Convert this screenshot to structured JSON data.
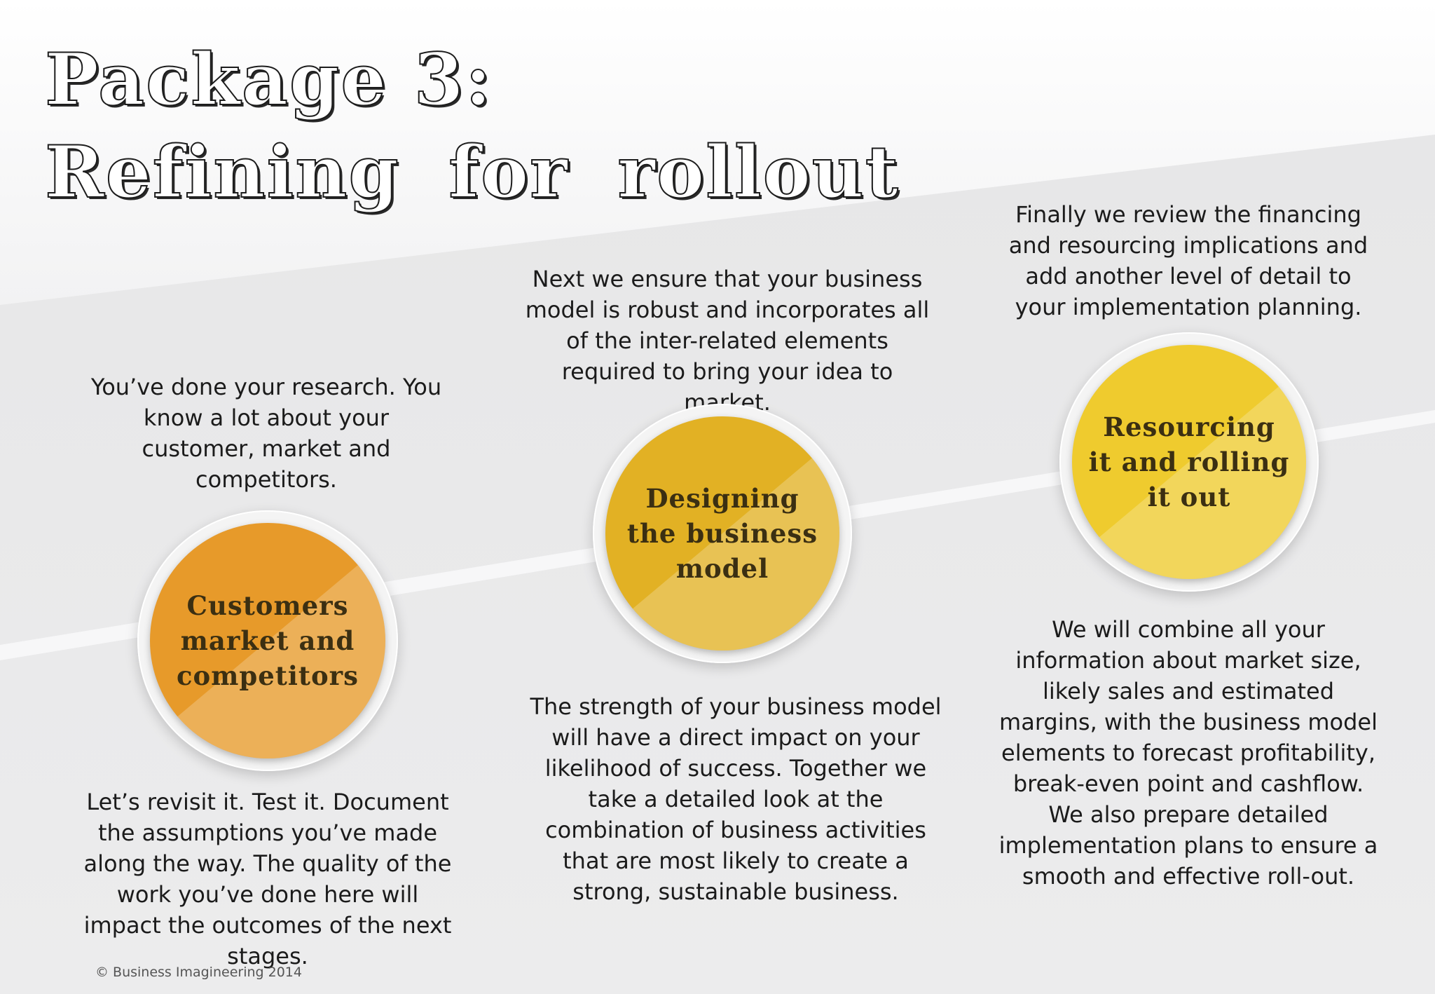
{
  "title": {
    "line1": "Package 3:",
    "line2": "Refining for rollout"
  },
  "stages": [
    {
      "label": "Customers market and competitors",
      "color": "#e79a2a",
      "intro": "You’ve done your research. You know a lot about your customer, market and competitors.",
      "detail": "Let’s revisit it. Test it. Document the assumptions you’ve made along the way. The quality of the work you’ve done here will impact the outcomes of the next stages."
    },
    {
      "label": "Designing the business model",
      "color": "#e2b124",
      "intro": "Next we ensure that your business model is robust and incorporates all of the inter-related elements required to bring your idea to market.",
      "detail": "The strength of your business model will have a direct impact on your likelihood of success. Together we take a detailed look at the combination of business activities that are most likely to create a strong, sustainable business."
    },
    {
      "label": "Resourcing it and rolling it out",
      "color": "#efcb2e",
      "intro": "Finally we review the financing and resourcing implications and add another level of detail to your implementation planning.",
      "detail": "We will combine all your information about market size, likely sales and estimated margins, with the business model elements to forecast profitability, break-even point and cashflow. We also prepare detailed implementation plans to ensure a smooth and effective roll-out."
    }
  ],
  "footer": {
    "copyright": "© Business Imagineering 2014"
  }
}
